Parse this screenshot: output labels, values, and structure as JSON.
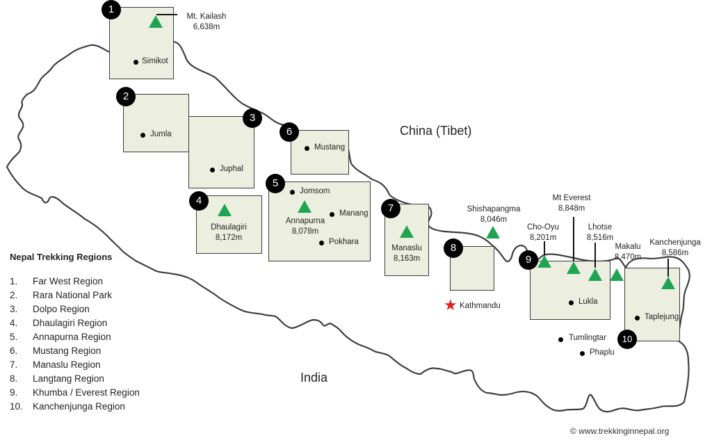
{
  "map": {
    "countries": {
      "north": "China (Tibet)",
      "south": "India"
    },
    "legend": {
      "title": "Nepal Trekking Regions",
      "items": [
        {
          "num": "1.",
          "label": "Far West Region"
        },
        {
          "num": "2.",
          "label": "Rara National Park"
        },
        {
          "num": "3.",
          "label": "Dolpo Region"
        },
        {
          "num": "4.",
          "label": "Dhaulagiri Region"
        },
        {
          "num": "5.",
          "label": "Annapurna Region"
        },
        {
          "num": "6.",
          "label": "Mustang Region"
        },
        {
          "num": "7.",
          "label": "Manaslu Region"
        },
        {
          "num": "8.",
          "label": "Langtang Region"
        },
        {
          "num": "9.",
          "label": "Khumba / Everest Region"
        },
        {
          "num": "10.",
          "label": "Kanchenjunga Region"
        }
      ]
    },
    "region_badges": [
      "1",
      "2",
      "3",
      "4",
      "5",
      "6",
      "7",
      "8",
      "9",
      "10"
    ],
    "towns": {
      "simikot": "Simikot",
      "jumla": "Jumla",
      "juphal": "Juphal",
      "mustang": "Mustang",
      "jomsom": "Jomsom",
      "manang": "Manang",
      "pokhara": "Pokhara",
      "lukla": "Lukla",
      "taplejung": "Taplejung",
      "tumlingtar": "Tumlingtar",
      "phaplu": "Phaplu"
    },
    "capital": {
      "name": "Kathmandu",
      "icon": "star-icon",
      "color": "#e0201f"
    },
    "peaks": {
      "kailash": {
        "name": "Mt. Kailash",
        "height": "6,638m"
      },
      "dhaulagiri": {
        "name": "Dhaulagiri",
        "height": "8,172m"
      },
      "annapurna": {
        "name": "Annapurna",
        "height": "8,078m"
      },
      "manaslu": {
        "name": "Manaslu",
        "height": "8,163m"
      },
      "shishapangma": {
        "name": "Shishapangma",
        "height": "8,046m"
      },
      "cho_oyu": {
        "name": "Cho-Oyu",
        "height": "8,201m"
      },
      "everest": {
        "name": "Mt Everest",
        "height": "8,848m"
      },
      "lhotse": {
        "name": "Lhotse",
        "height": "8,516m"
      },
      "makalu": {
        "name": "Makalu",
        "height": "8,470m"
      },
      "kanchenjunga": {
        "name": "Kanchenjunga",
        "height": "8,586m"
      }
    },
    "colors": {
      "peak": "#1fa552",
      "region_fill": "#ecefe0",
      "border": "#3a3a3a"
    },
    "copyright": "© www.trekkinginnepal.org"
  }
}
